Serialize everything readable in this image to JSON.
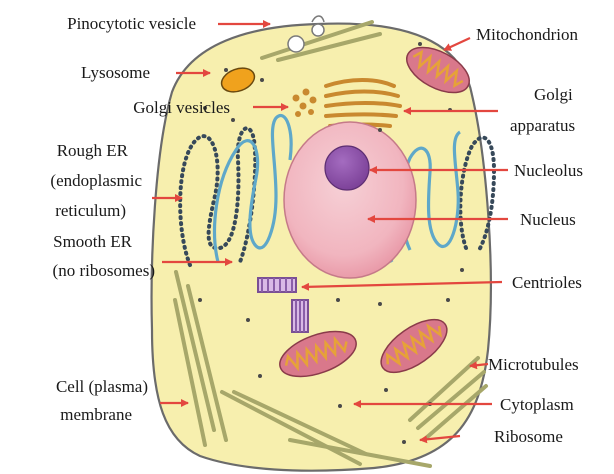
{
  "labels_left": {
    "pinocytotic_vesicle": "Pinocytotic vesicle",
    "lysosome": "Lysosome",
    "golgi_vesicles": "Golgi vesicles",
    "rough_er_line1": "Rough ER",
    "rough_er_line2": "(endoplasmic",
    "rough_er_line3": "reticulum)",
    "smooth_er_line1": "Smooth ER",
    "smooth_er_line2": "(no ribosomes)",
    "cell_membrane_line1": "Cell (plasma)",
    "cell_membrane_line2": "membrane"
  },
  "labels_right": {
    "mitochondrion": "Mitochondrion",
    "golgi_line1": "Golgi",
    "golgi_line2": "apparatus",
    "nucleolus": "Nucleolus",
    "nucleus": "Nucleus",
    "centrioles": "Centrioles",
    "microtubules": "Microtubules",
    "cytoplasm": "Cytoplasm",
    "ribosome": "Ribosome"
  },
  "colors": {
    "cytoplasm_fill": "#f7efae",
    "membrane_stroke": "#6b6b6b",
    "arrow": "#e3473f",
    "nucleus_fill": "#f2bcc4",
    "nucleolus_fill": "#8a4fa6",
    "mitochondrion_fill": "#d9788b",
    "cristae": "#e6a238",
    "lysosome_fill": "#f0a21d",
    "golgi": "#c9892f",
    "er_stroke": "#5fa8c9",
    "microtubule": "#a7a76a",
    "rough_er_dots": "#37495a"
  }
}
